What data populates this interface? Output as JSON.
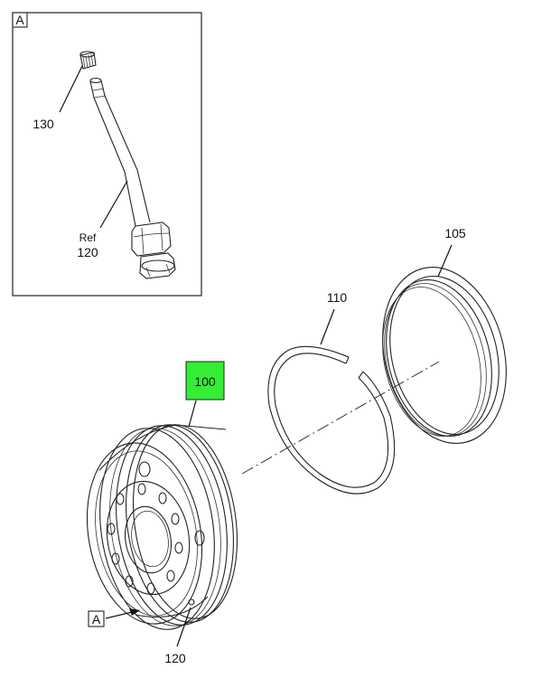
{
  "callouts": {
    "inset_tag": "A",
    "wheel_tag": "A",
    "valve_cap": "130",
    "valve_ref_word": "Ref",
    "valve_ref_num": "120",
    "wheel": "100",
    "side_ring": "110",
    "lock_ring": "105",
    "valve_bottom": "120"
  },
  "colors": {
    "highlight": "#33ee33",
    "line": "#222222"
  }
}
